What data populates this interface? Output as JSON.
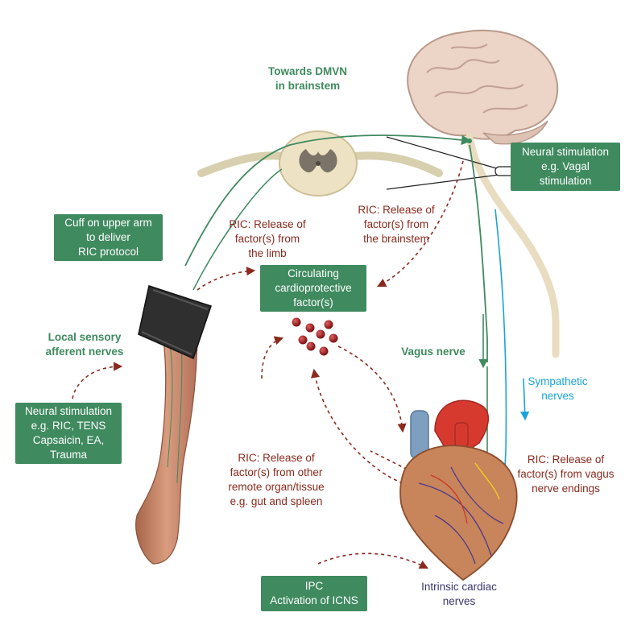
{
  "boxes": {
    "cuff": [
      "Cuff on upper arm",
      "to deliver",
      "RIC protocol"
    ],
    "neural_stim_left": [
      "Neural stimulation",
      "e.g. RIC, TENS",
      "Capsaicin, EA,",
      "Trauma"
    ],
    "circulating": [
      "Circulating",
      "cardioprotective",
      "factor(s)"
    ],
    "neural_stim_right": [
      "Neural stimulation",
      "e.g. Vagal",
      "stimulation"
    ],
    "ipc": [
      "IPC",
      "Activation of ICNS"
    ]
  },
  "labels": {
    "towards_dmvn": [
      "Towards DMVN",
      "in brainstem"
    ],
    "local_sensory": [
      "Local sensory",
      "afferent nerves"
    ],
    "vagus_nerve": [
      "Vagus nerve"
    ],
    "sympathetic": [
      "Sympathetic",
      "nerves"
    ],
    "ric_limb": [
      "RIC: Release of",
      "factor(s) from",
      "the limb"
    ],
    "ric_brainstem": [
      "RIC: Release of",
      "factor(s) from",
      "the brainstem"
    ],
    "ric_organ": [
      "RIC: Release of",
      "factor(s) from other",
      "remote organ/tissue",
      "e.g. gut and spleen"
    ],
    "ric_vagus": [
      "RIC: Release of",
      "factor(s) from vagus",
      "nerve endings"
    ],
    "intrinsic": [
      "Intrinsic cardiac",
      "nerves"
    ]
  },
  "colors": {
    "box_green": "#3f8a5f",
    "green_text": "#3f8a5f",
    "red_text": "#8a2a1e",
    "blue": "#1aa3d8",
    "navy": "#3a3570"
  },
  "icons": [
    "brain-icon",
    "spinal-cord-icon",
    "arm-icon",
    "cuff-icon",
    "heart-icon",
    "factor-dots-icon"
  ]
}
